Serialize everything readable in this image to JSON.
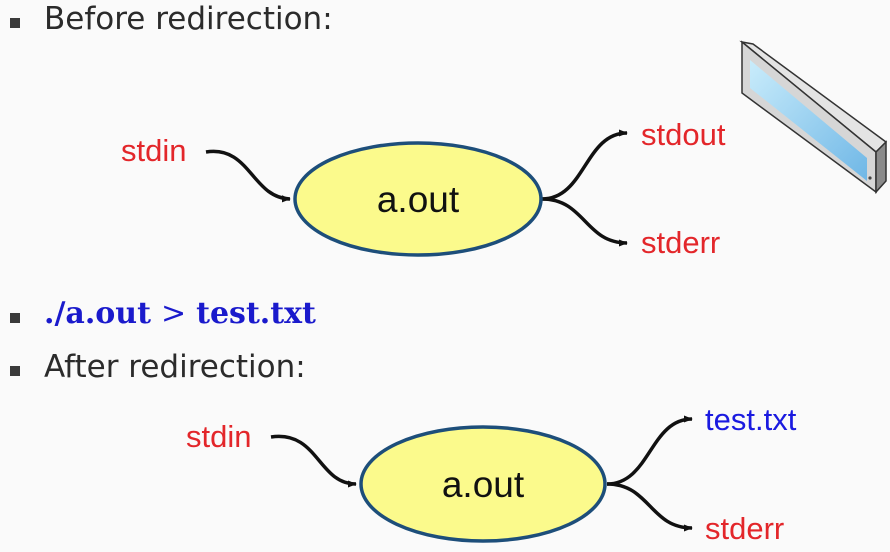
{
  "bullets": {
    "before": "Before redirection:",
    "command_part1": "./a.out",
    "command_op": ">",
    "command_part2": "test.txt",
    "after": "After redirection:"
  },
  "diagram_before": {
    "input": "stdin",
    "program": "a.out",
    "output": "stdout",
    "error": "stderr",
    "output_target": "monitor-icon"
  },
  "diagram_after": {
    "input": "stdin",
    "program": "a.out",
    "output": "test.txt",
    "error": "stderr"
  },
  "colors": {
    "stream_label": "#e3262a",
    "file_label": "#1a1ae0",
    "command": "#1a1acc",
    "ellipse_fill": "#fbfa8c",
    "ellipse_stroke": "#1d4e7a"
  }
}
